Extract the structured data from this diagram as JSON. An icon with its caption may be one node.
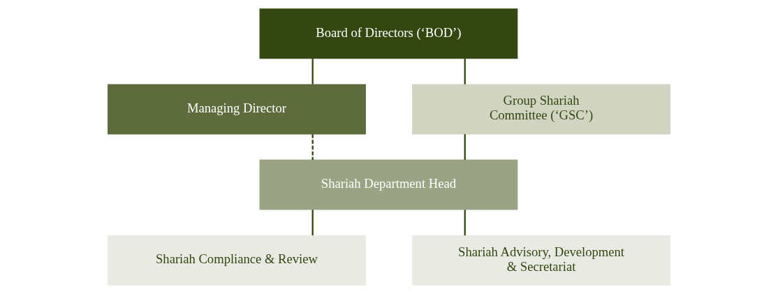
{
  "diagram": {
    "nodes": [
      {
        "text": [
          "Board of Directors (‘BOD’)"
        ]
      },
      {
        "text": [
          "Managing Director"
        ]
      },
      {
        "text": [
          "Shariah Department Head"
        ]
      },
      {
        "text": [
          "Group Shariah Committee (‘GSC’)"
        ]
      },
      {
        "text": [
          "Shariah Compliance & Review"
        ]
      },
      {
        "text": [
          "Shariah Advisory, Development & Secretariat"
        ]
      }
    ],
    "edges": [
      {
        "from": 0,
        "to": 1,
        "arrow": "none"
      },
      {
        "from": 1,
        "to": 2,
        "arrow": "none",
        "style": "dashed"
      },
      {
        "from": 0,
        "to": 3,
        "arrow": "none"
      },
      {
        "from": 3,
        "to": 2,
        "arrow": "none"
      },
      {
        "from": 2,
        "to": 4,
        "arrow": "none"
      },
      {
        "from": 2,
        "to": 5,
        "arrow": "none"
      }
    ]
  }
}
